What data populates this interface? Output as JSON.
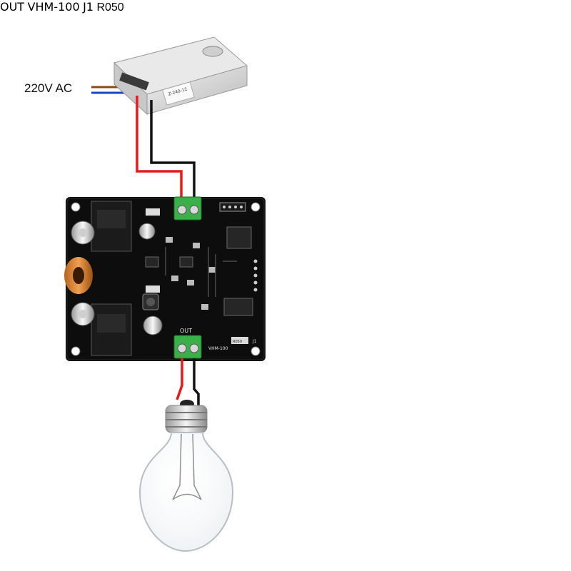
{
  "input_label": "220V AC",
  "psu": {
    "label_text": "Z-240-12"
  },
  "board": {
    "out_label": "OUT",
    "model_label": "VHM-100",
    "ref_j1": "J1",
    "ref_r050": "R050"
  },
  "colors": {
    "wire_red": "#e21b1b",
    "wire_black": "#111111",
    "wire_brown": "#8a4a12",
    "wire_blue": "#1646c8",
    "pcb": "#0d0d0d",
    "terminal_green": "#3bb04a"
  }
}
